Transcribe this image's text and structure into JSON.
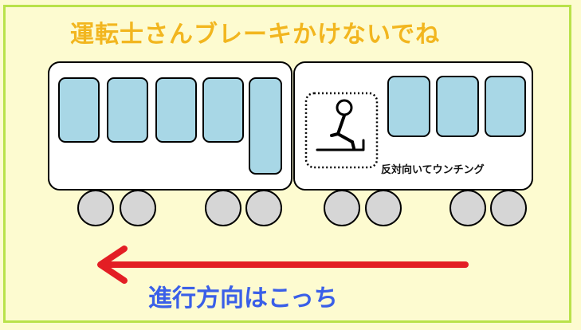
{
  "title": "運転士さんブレーキかけないでね",
  "sign_label": "反対向いてウンチング",
  "direction_label": "進行方向はこっち",
  "colors": {
    "background": "#fdfbd0",
    "border": "#b9e24a",
    "title": "#f2b61f",
    "window": "#a8d7e6",
    "wheel": "#d6d6d6",
    "arrow": "#e31e24",
    "direction_text": "#3a5fe8"
  }
}
